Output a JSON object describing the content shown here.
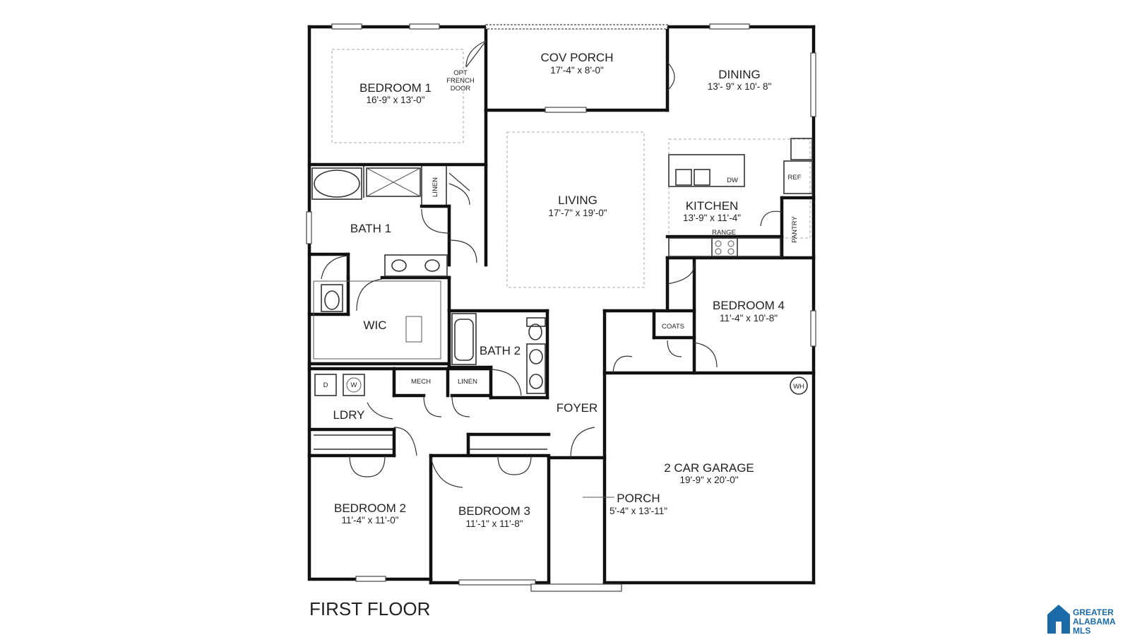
{
  "floor_label": "FIRST FLOOR",
  "rooms": {
    "bedroom1": {
      "name": "BEDROOM 1",
      "dims": "16'-9\" x 13'-0\""
    },
    "french_door": {
      "line1": "OPT",
      "line2": "FRENCH",
      "line3": "DOOR"
    },
    "cov_porch": {
      "name": "COV PORCH",
      "dims": "17'-4\" x 8'-0\""
    },
    "dining": {
      "name": "DINING",
      "dims": "13'- 9\" x 10'- 8\""
    },
    "living": {
      "name": "LIVING",
      "dims": "17'-7\" x 19'-0\""
    },
    "kitchen": {
      "name": "KITCHEN",
      "dims": "13'-9\" x 11'-4\""
    },
    "bath1": {
      "name": "BATH 1"
    },
    "wic": {
      "name": "WIC"
    },
    "bath2": {
      "name": "BATH 2"
    },
    "bedroom4": {
      "name": "BEDROOM 4",
      "dims": "11'-4\" x 10'-8\""
    },
    "ldry": {
      "name": "LDRY"
    },
    "foyer": {
      "name": "FOYER"
    },
    "garage": {
      "name": "2 CAR GARAGE",
      "dims": "19'-9\" x 20'-0\""
    },
    "porch": {
      "name": "PORCH",
      "dims": "5'-4\" x 13'-11\""
    },
    "bedroom2": {
      "name": "BEDROOM 2",
      "dims": "11'-4\" x 11'-0\""
    },
    "bedroom3": {
      "name": "BEDROOM 3",
      "dims": "11'-1\" x 11'-8\""
    }
  },
  "fixtures": {
    "linen1": "LINEN",
    "linen2": "LINEN",
    "mech": "MECH",
    "coats": "COATS",
    "pantry": "PANTRY",
    "ref": "REF",
    "dw": "DW",
    "range": "RANGE",
    "dryer": "D",
    "washer": "W",
    "wh": "WH"
  },
  "logo": {
    "line1": "GREATER",
    "line2": "ALABAMA",
    "line3": "MLS",
    "color": "#1a6aa8"
  }
}
